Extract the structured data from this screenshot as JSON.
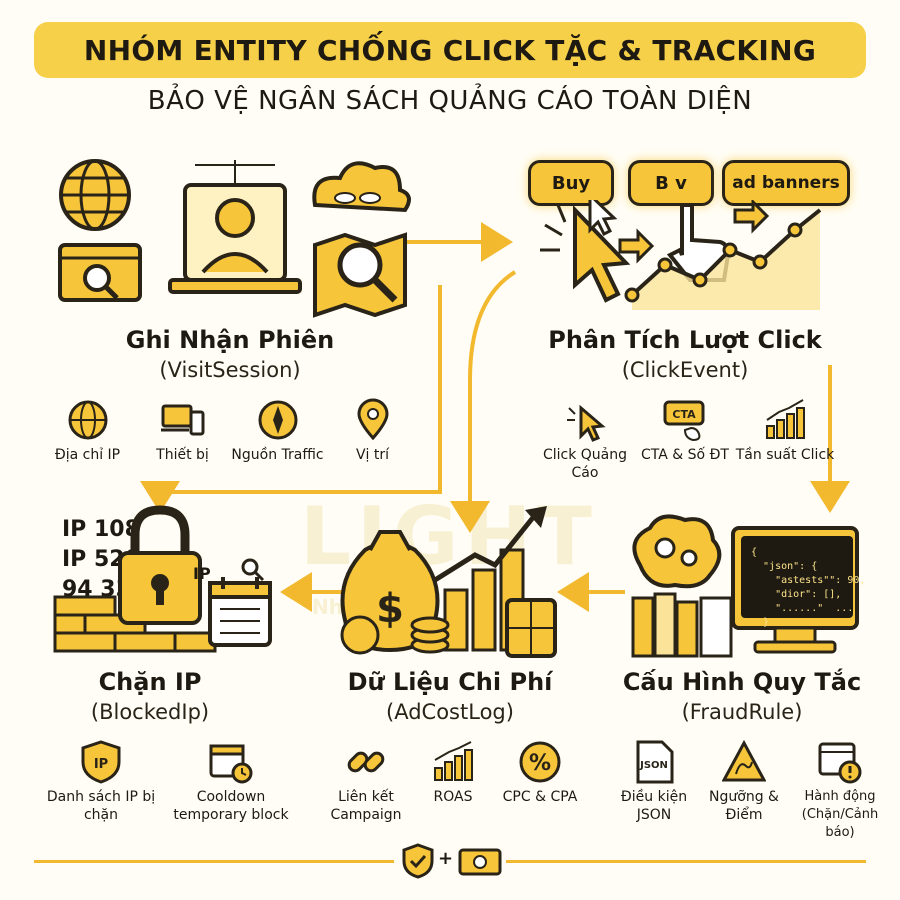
{
  "header": {
    "title": "NHÓM ENTITY CHỐNG CLICK TẶC & TRACKING",
    "subtitle": "BẢO VỆ NGÂN SÁCH QUẢNG CÁO TOÀN DIỆN"
  },
  "watermark": {
    "brand": "LIGHT",
    "tagline": "Nhó... ...p"
  },
  "colors": {
    "accent": "#f6c53a",
    "bar": "#f7d04a",
    "ink": "#2a2418",
    "arrow": "#f2b92e"
  },
  "nodes": {
    "session": {
      "title": "Ghi Nhận Phiên",
      "entity": "(VisitSession)",
      "features": [
        {
          "icon": "globe-icon",
          "label": "Địa chỉ IP"
        },
        {
          "icon": "devices-icon",
          "label": "Thiết bị"
        },
        {
          "icon": "compass-icon",
          "label": "Nguồn Traffic"
        },
        {
          "icon": "location-pin-icon",
          "label": "Vị trí"
        }
      ]
    },
    "click": {
      "title": "Phân Tích Lượt Click",
      "entity": "(ClickEvent)",
      "buttons": [
        "Buy",
        "B  v",
        "ad banners"
      ],
      "features": [
        {
          "icon": "cursor-click-icon",
          "label": "Click Quảng Cáo"
        },
        {
          "icon": "cta-phone-icon",
          "label": "CTA & Số ĐT",
          "badge": "CTA"
        },
        {
          "icon": "bar-chart-icon",
          "label": "Tần suất Click"
        }
      ]
    },
    "rule": {
      "title": "Cấu Hình Quy Tắc",
      "entity": "(FraudRule)",
      "code": "{\n  \"json\": {\n    \"astests\"\": 90,\n    \"dior\": [],\n    \"......\"  ...\n  }",
      "features": [
        {
          "icon": "json-file-icon",
          "label": "Điều kiện JSON",
          "badge": "JSON"
        },
        {
          "icon": "warning-threshold-icon",
          "label": "Ngưỡng & Điểm"
        },
        {
          "icon": "action-window-icon",
          "label": "Hành động (Chặn/Cảnh báo)"
        }
      ]
    },
    "cost": {
      "title": "Dữ Liệu Chi Phí",
      "entity": "(AdCostLog)",
      "features": [
        {
          "icon": "link-icon",
          "label": "Liên kết Campaign"
        },
        {
          "icon": "roas-chart-icon",
          "label": "ROAS"
        },
        {
          "icon": "percent-icon",
          "label": "CPC & CPA"
        }
      ]
    },
    "block": {
      "title": "Chặn IP",
      "entity": "(BlockedIp)",
      "ips": [
        "IP 108",
        "IP 520",
        "94 33"
      ],
      "ip_tag": "IP",
      "features": [
        {
          "icon": "ip-shield-icon",
          "label": "Danh sách IP bị chặn",
          "badge": "IP"
        },
        {
          "icon": "calendar-clock-icon",
          "label": "Cooldown temporary block"
        }
      ]
    }
  },
  "footer": {
    "plus": "+"
  }
}
